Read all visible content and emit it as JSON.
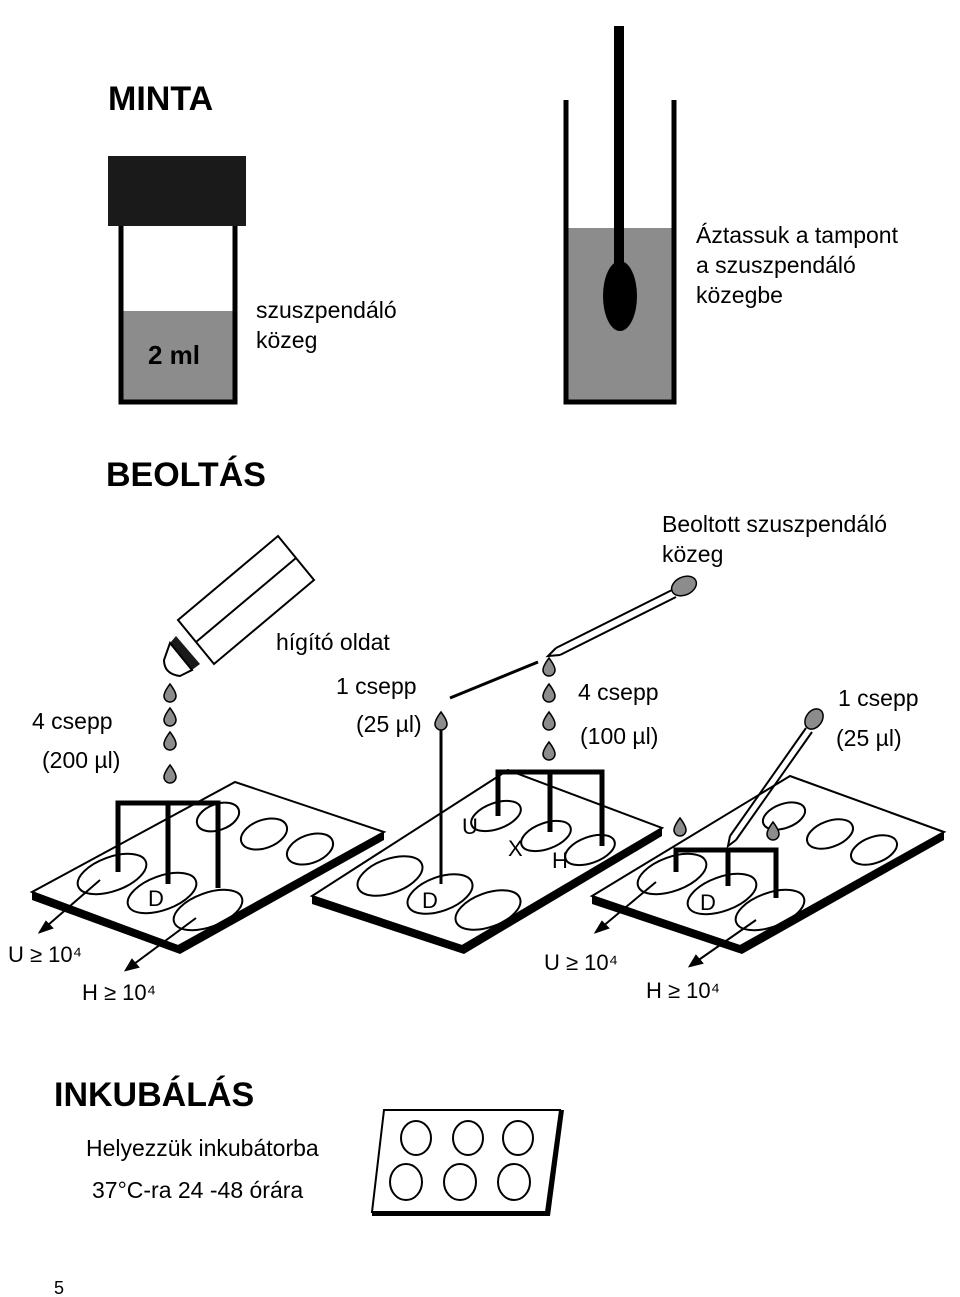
{
  "headings": {
    "minta": "MINTA",
    "beoltas": "BEOLTÁS",
    "inkubalas": "INKUBÁLÁS"
  },
  "minta": {
    "tube_volume": "2 ml",
    "medium_label": [
      "szuszpendáló",
      "közeg"
    ],
    "soak_label": [
      "Áztassuk a tampont",
      "a szuszpendáló",
      "közegbe"
    ]
  },
  "beoltas": {
    "diluent_label": "hígító oldat",
    "inoculated_label": [
      "Beoltott szuszpendáló",
      "közeg"
    ],
    "drops_left": [
      "4 csepp",
      "(200 µl)"
    ],
    "drops_mid_left": [
      "1 csepp",
      "(25 µl)"
    ],
    "drops_mid_right": [
      "4 csepp",
      "(100 µl)"
    ],
    "drops_right": [
      "1 csepp",
      "(25 µl)"
    ],
    "well_labels": {
      "d": "D",
      "u": "U",
      "x": "X",
      "h": "H"
    },
    "result_u": "U ≥ 10⁴",
    "result_h": "H ≥ 10⁴"
  },
  "inkubalas": {
    "instruction": [
      "Helyezzük inkubátorba",
      "37°C-ra  24 -48 órára"
    ]
  },
  "page_number": "5",
  "colors": {
    "liquid": "#8c8c8c",
    "drop": "#8c8c8c",
    "ink": "#000000"
  }
}
